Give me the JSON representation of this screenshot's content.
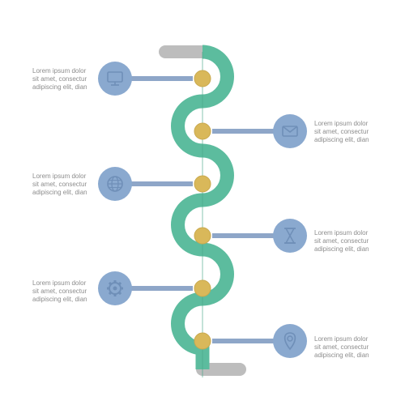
{
  "colors": {
    "road": "#5cbc9e",
    "road_dark": "#4aa789",
    "road_end": "#bdbdbd",
    "pin": "#d9b85a",
    "circle": "#8aa9cf",
    "connector": "#8ea6c8",
    "text": "#8d8d8d"
  },
  "steps": [
    {
      "side": "left",
      "icon": "monitor-icon",
      "lines": [
        "Lorem ipsum dolor",
        "sit amet, consectur",
        "adipiscing elit, dian"
      ]
    },
    {
      "side": "right",
      "icon": "envelope-icon",
      "lines": [
        "Lorem ipsum dolor",
        "sit amet, consectur",
        "adipiscing elit, dian"
      ]
    },
    {
      "side": "left",
      "icon": "globe-icon",
      "lines": [
        "Lorem ipsum dolor",
        "sit amet, consectur",
        "adipiscing elit, dian"
      ]
    },
    {
      "side": "right",
      "icon": "hourglass-icon",
      "lines": [
        "Lorem ipsum dolor",
        "sit amet, consectur",
        "adipiscing elit, dian"
      ]
    },
    {
      "side": "left",
      "icon": "gear-icon",
      "lines": [
        "Lorem ipsum dolor",
        "sit amet, consectur",
        "adipiscing elit, dian"
      ]
    },
    {
      "side": "right",
      "icon": "map-pin-icon",
      "lines": [
        "Lorem ipsum dolor",
        "sit amet, consectur",
        "adipiscing elit, dian"
      ]
    }
  ]
}
